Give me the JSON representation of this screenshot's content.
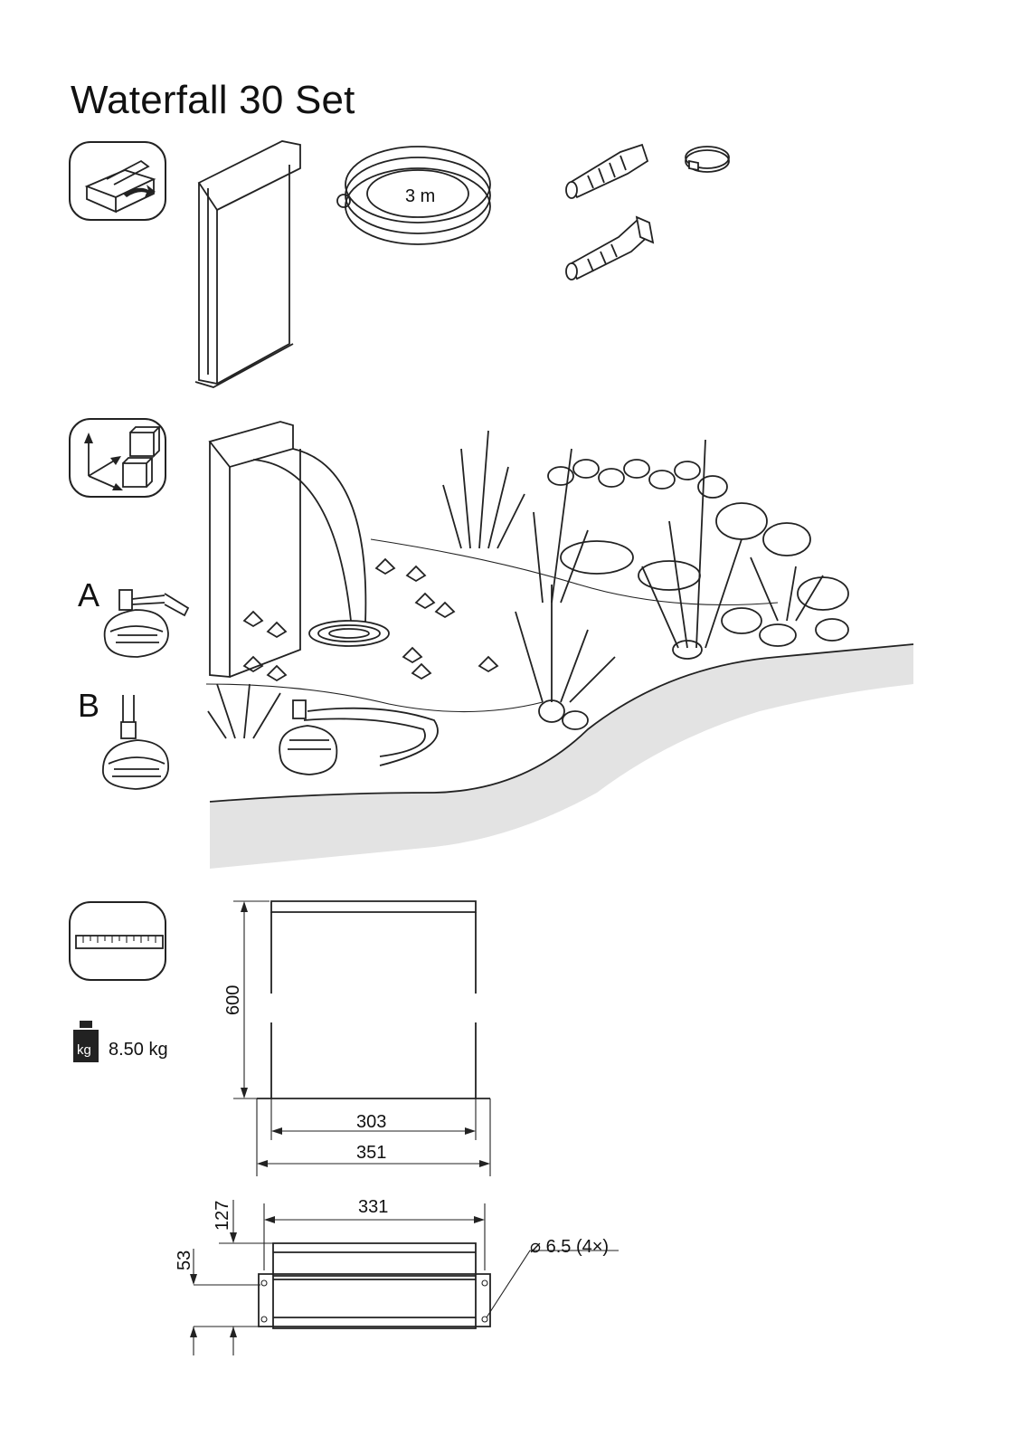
{
  "title": "Waterfall 30 Set",
  "hose_length": "3 m",
  "option_a": "A",
  "option_b": "B",
  "weight": "8.50 kg",
  "weight_unit_glyph": "kg",
  "dimensions": {
    "height": "600",
    "inner_width": "303",
    "outer_width": "351",
    "top_width": "331",
    "depth": "127",
    "base_depth": "53",
    "hole": "⌀ 6.5 (4×)"
  },
  "icons": [
    "scope-of-delivery-icon",
    "installation-icon",
    "dimensions-icon",
    "weight-icon"
  ]
}
